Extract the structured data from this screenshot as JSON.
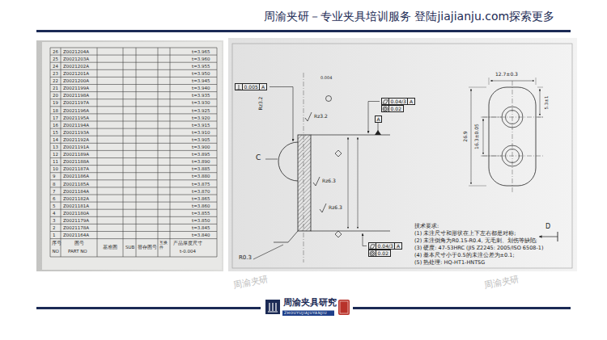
{
  "diagram": {
    "title": "周渝夹研－专业夹具培训服务 登陆jiajianju.com探索更多",
    "nodes": [
      {
        "text": [
          "0.005",
          "A"
        ]
      },
      {
        "text": [
          "0.04/3",
          "A"
        ]
      },
      {
        "text": [
          "0.02"
        ]
      },
      {
        "text": [
          "0.04/3",
          "A"
        ]
      },
      {
        "text": [
          "0.02"
        ]
      },
      {
        "text": [
          "A"
        ]
      }
    ],
    "labels": [
      "26",
      "Z0021204A",
      "t=3.965",
      "25",
      "Z0021203A",
      "t=3.960",
      "24",
      "Z0021202A",
      "t=3.955",
      "23",
      "Z0021201A",
      "t=3.950",
      "22",
      "Z0021200A",
      "t=3.945",
      "21",
      "Z0021199A",
      "t=3.940",
      "20",
      "Z0021198A",
      "t=3.935",
      "19",
      "Z0021197A",
      "t=3.930",
      "18",
      "Z0021196A",
      "t=3.925",
      "17",
      "Z0021195A",
      "t=3.920",
      "16",
      "Z0021194A",
      "t=3.915",
      "15",
      "Z0021193A",
      "t=3.910",
      "14",
      "Z0021192A",
      "t=3.905",
      "13",
      "Z0021191A",
      "t=3.900",
      "12",
      "Z0021189A",
      "t=3.895",
      "11",
      "Z0021188A",
      "t=3.890",
      "10",
      "Z0021187A",
      "t=3.885",
      "9",
      "Z0021186A",
      "t=3.880",
      "8",
      "Z0021185A",
      "t=3.875",
      "7",
      "Z0021184A",
      "t=3.870",
      "6",
      "Z0021182A",
      "t=3.865",
      "5",
      "Z0021181A",
      "t=3.860",
      "4",
      "Z0021180A",
      "t=3.855",
      "3",
      "Z0021179A",
      "t=3.850",
      "2",
      "Z0021178A",
      "t=3.845",
      "1",
      "Z0021164A",
      "t=3.840",
      "序号",
      "NO",
      "图号",
      "PART NO",
      "基准图",
      "SUB",
      "替存图号",
      "互换件",
      "产品厚度尺寸",
      "t-0.004",
      "Rz3.2",
      "0.004",
      "Rz3.2",
      "C",
      "Rz6.3",
      "Rz6.3",
      "R0.3",
      "12.7±0.3",
      "5.3±1",
      "26.9",
      "16.3±0.05",
      "D",
      "技术要求:",
      "(1) 未注尺寸和形状在上下左右都是对称;",
      "(2) 未注倒角为R0.15-R0.4, 无毛刺、划伤等缺陷;",
      "(3) 硬度: 47-53HRC (JIS Z2245: 2005/ISO 6508-1)",
      "(4) 基本尺寸小于0.5的未注公差为±0.1;",
      "(5) 热处理: HQ-HT1-HNTSG",
      "周渝夹具研究",
      "ZHOUYUJIAJUYANJIU",
      "周渝夹研",
      "周渝夹研"
    ]
  }
}
